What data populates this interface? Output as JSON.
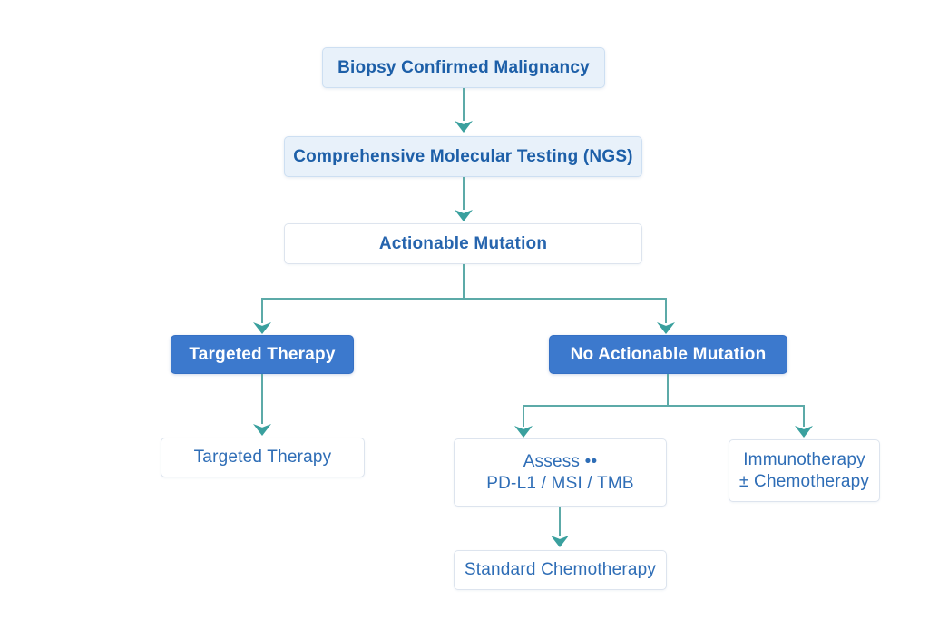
{
  "flowchart": {
    "nodes": {
      "biopsy": {
        "label": "Biopsy Confirmed Malignancy"
      },
      "ngs": {
        "label": "Comprehensive Molecular Testing (NGS)"
      },
      "actionable": {
        "label": "Actionable Mutation"
      },
      "targeted_branch": {
        "label": "Targeted Therapy"
      },
      "no_actionable": {
        "label": "No Actionable Mutation"
      },
      "targeted_therapy": {
        "label": "Targeted Therapy"
      },
      "assess": {
        "line1": "Assess ••",
        "line2": "PD-L1 / MSI / TMB"
      },
      "immunotherapy": {
        "line1": "Immunotherapy",
        "line2": "± Chemotherapy"
      },
      "standard_chemo": {
        "label": "Standard Chemotherapy"
      }
    },
    "colors": {
      "tint_node_fill": "#e8f1fa",
      "tint_node_border": "#cddff2",
      "solid_node_fill": "#3c79cd",
      "plain_node_border": "#dde4ee",
      "text_dark_blue": "#1d5fa8",
      "text_medium_blue": "#2e6db6",
      "text_on_solid": "#ffffff",
      "connector_line": "#5caaa8",
      "connector_arrowhead": "#3aa09e"
    }
  }
}
